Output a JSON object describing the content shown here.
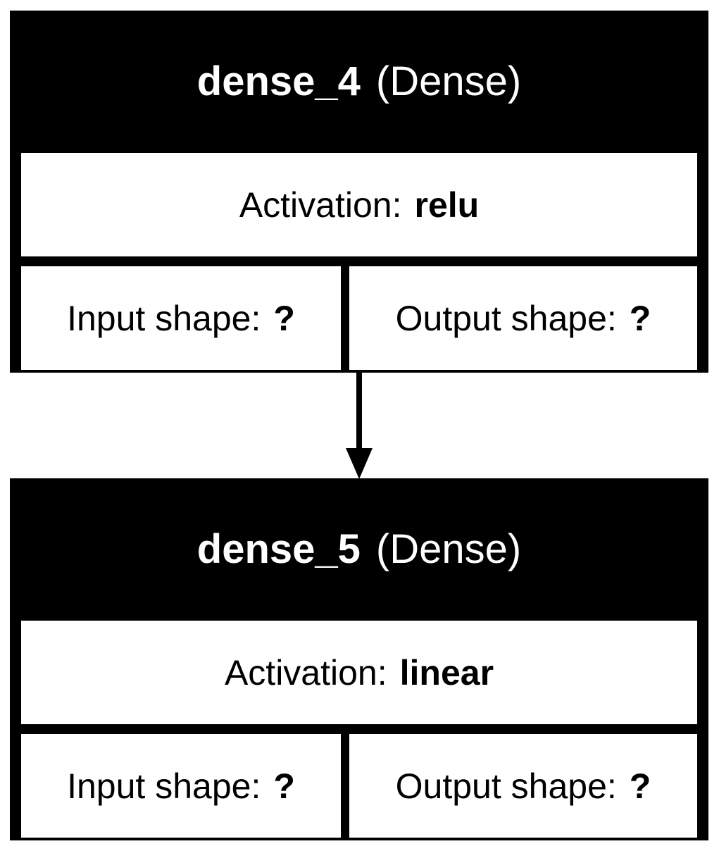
{
  "layers": [
    {
      "name": "dense_4",
      "type": "(Dense)",
      "activation_label": "Activation:",
      "activation": "relu",
      "input_label": "Input shape:",
      "input_shape": "?",
      "output_label": "Output shape:",
      "output_shape": "?"
    },
    {
      "name": "dense_5",
      "type": "(Dense)",
      "activation_label": "Activation:",
      "activation": "linear",
      "input_label": "Input shape:",
      "input_shape": "?",
      "output_label": "Output shape:",
      "output_shape": "?"
    }
  ],
  "edges": [
    {
      "from": "dense_4",
      "to": "dense_5"
    }
  ],
  "colors": {
    "header_bg": "#000000",
    "header_text": "#ffffff",
    "cell_bg": "#ffffff",
    "border": "#000000"
  }
}
